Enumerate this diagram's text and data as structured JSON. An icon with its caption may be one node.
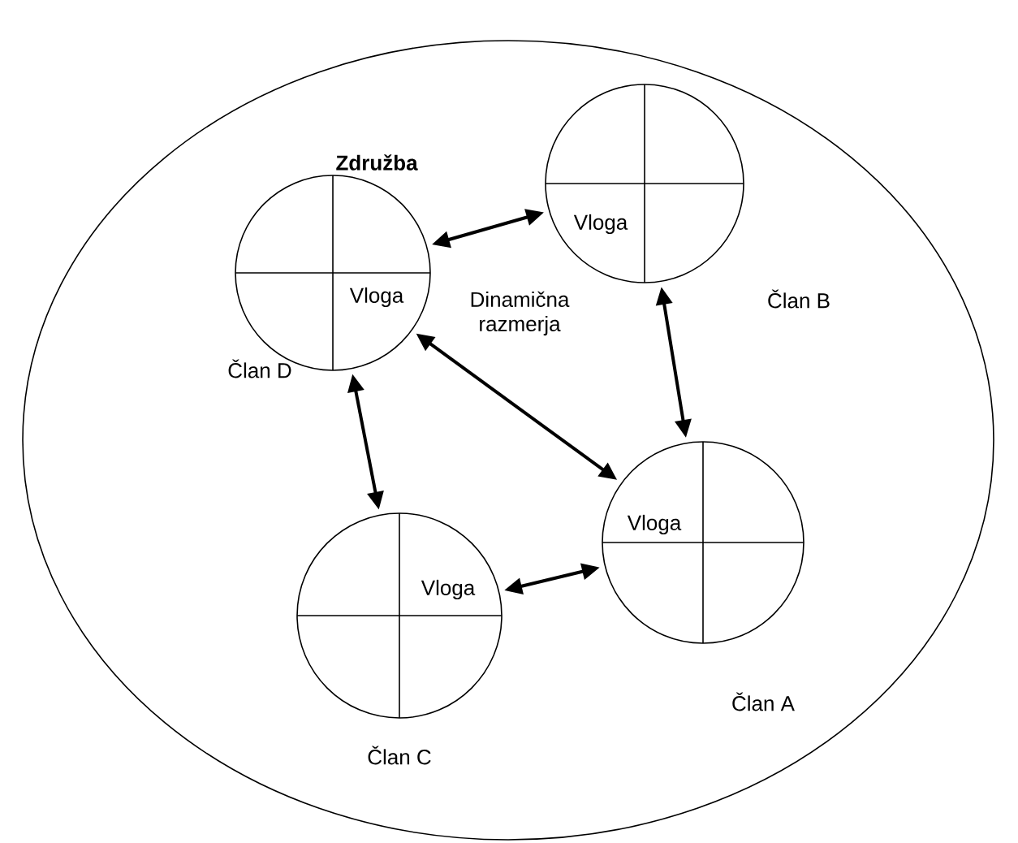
{
  "diagram": {
    "nodes": [
      {
        "text": [
          "Združba"
        ]
      },
      {
        "text": [
          "Vloga"
        ],
        "beside": [
          "Član B"
        ],
        "in": 0
      },
      {
        "text": [
          "Vloga"
        ],
        "beside": [
          "Član D"
        ],
        "in": 0
      },
      {
        "text": [
          "Vloga"
        ],
        "beside": [
          "Član A"
        ],
        "in": 0
      },
      {
        "text": [
          "Vloga"
        ],
        "beside": [
          "Član C"
        ],
        "in": 0
      }
    ],
    "edges": [
      {
        "from": 2,
        "to": 1,
        "arrow": "both"
      },
      {
        "from": 2,
        "to": 3,
        "arrow": "both"
      },
      {
        "from": 2,
        "to": 4,
        "arrow": "both"
      },
      {
        "from": 1,
        "to": 3,
        "arrow": "both"
      },
      {
        "from": 4,
        "to": 3,
        "arrow": "both"
      }
    ],
    "labels": [
      "Dinamična razmerja"
    ]
  }
}
